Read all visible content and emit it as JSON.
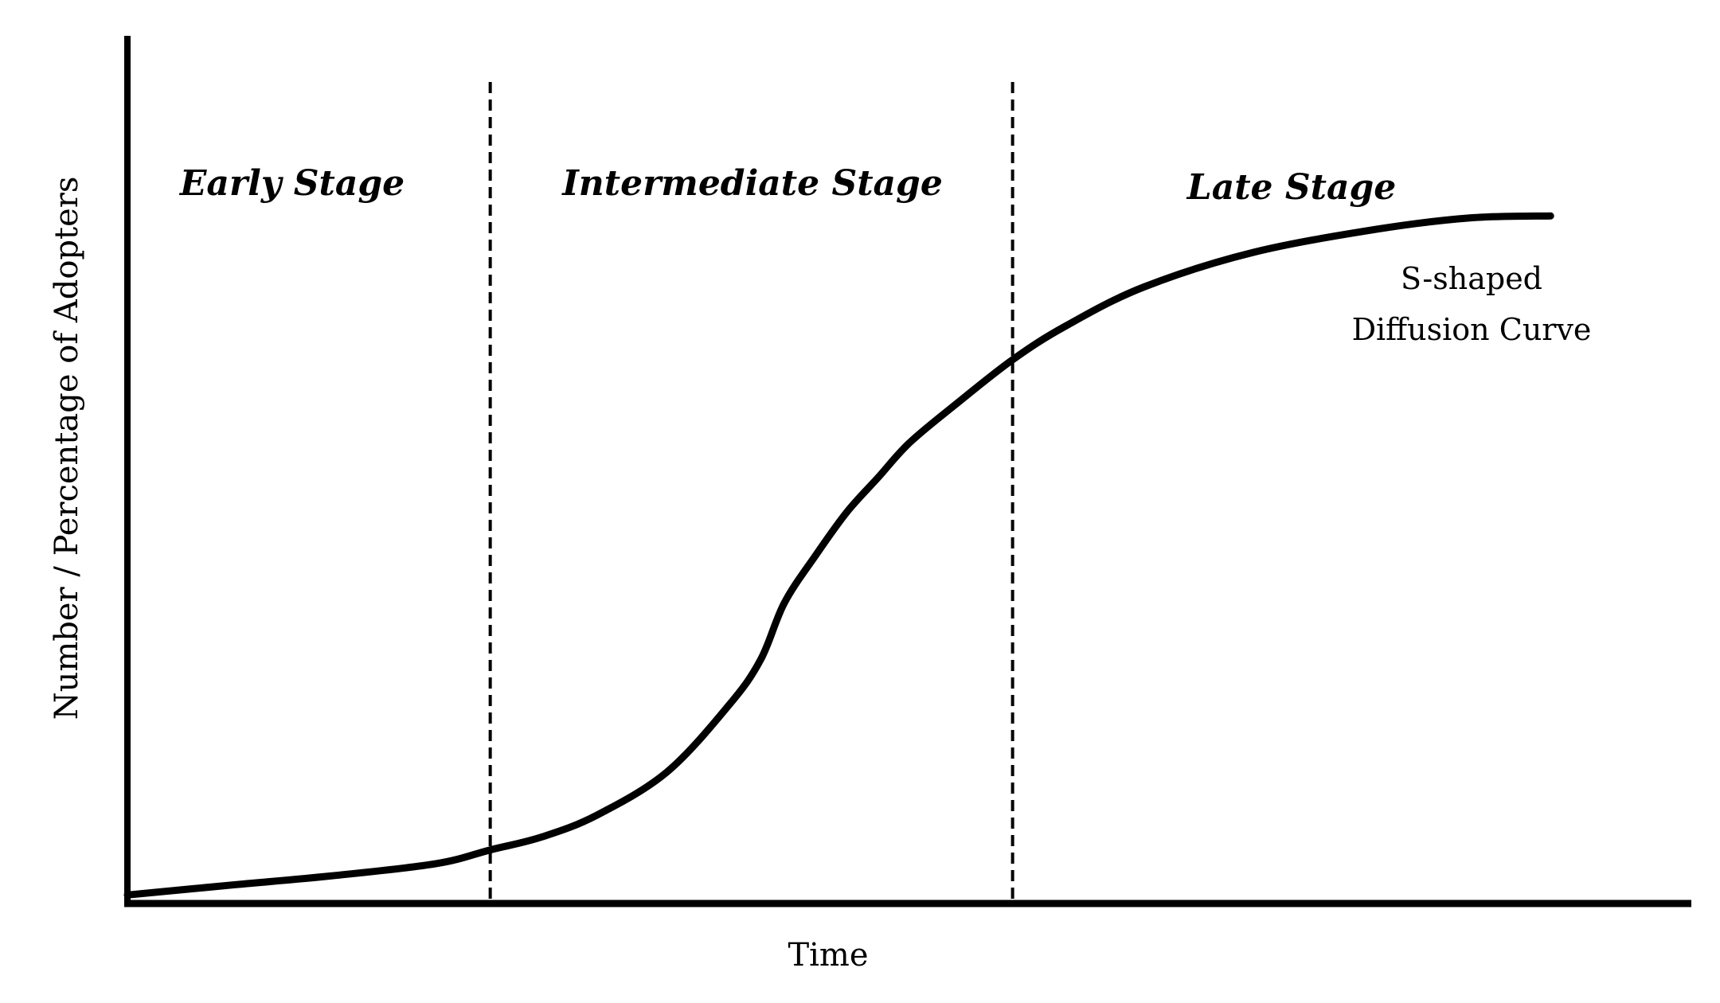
{
  "chart_data": {
    "type": "line",
    "title": "",
    "xlabel": "Time",
    "ylabel": "Number / Percentage of Adopters",
    "xlim": [
      0,
      1
    ],
    "ylim": [
      0,
      1
    ],
    "grid": false,
    "stages": [
      {
        "label": "Early Stage",
        "start": 0.0,
        "end": 0.232
      },
      {
        "label": "Intermediate Stage",
        "start": 0.232,
        "end": 0.566
      },
      {
        "label": "Late Stage",
        "start": 0.566,
        "end": 0.91
      }
    ],
    "boundaries": [
      0.232,
      0.566
    ],
    "series": [
      {
        "name": "S-shaped Diffusion Curve",
        "x": [
          0.0,
          0.07,
          0.13,
          0.197,
          0.232,
          0.265,
          0.3,
          0.345,
          0.385,
          0.405,
          0.42,
          0.44,
          0.46,
          0.48,
          0.5,
          0.53,
          0.566,
          0.6,
          0.65,
          0.72,
          0.8,
          0.86,
          0.91
        ],
        "values": [
          0.008,
          0.02,
          0.03,
          0.044,
          0.06,
          0.075,
          0.1,
          0.15,
          0.228,
          0.28,
          0.345,
          0.4,
          0.45,
          0.49,
          0.53,
          0.575,
          0.626,
          0.665,
          0.71,
          0.75,
          0.777,
          0.79,
          0.792
        ]
      }
    ],
    "annotation": {
      "line1": "S-shaped",
      "line2": "Diffusion Curve"
    }
  }
}
